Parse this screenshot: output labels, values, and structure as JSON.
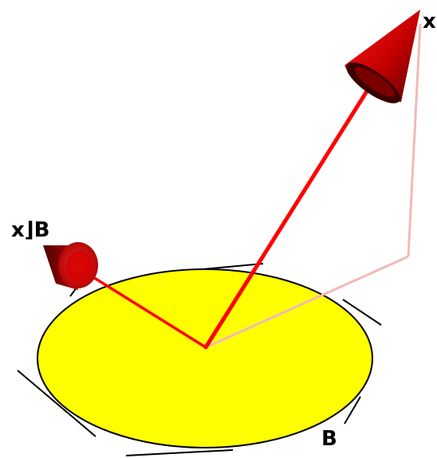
{
  "labels": {
    "x": "x",
    "x_wedge_b": "x⌋B",
    "b": "B"
  },
  "icons": {
    "arrow_x": "cone-arrowhead",
    "arrow_x_wedge_b": "cone-arrowhead",
    "disk_b": "bivector-disk"
  },
  "colors": {
    "disk_fill": "#ffff00",
    "vector": "#ff0000",
    "cone_dark": "#8b0000",
    "projection": "#f3b8b8",
    "outline": "#000000",
    "background": "#ffffff"
  }
}
